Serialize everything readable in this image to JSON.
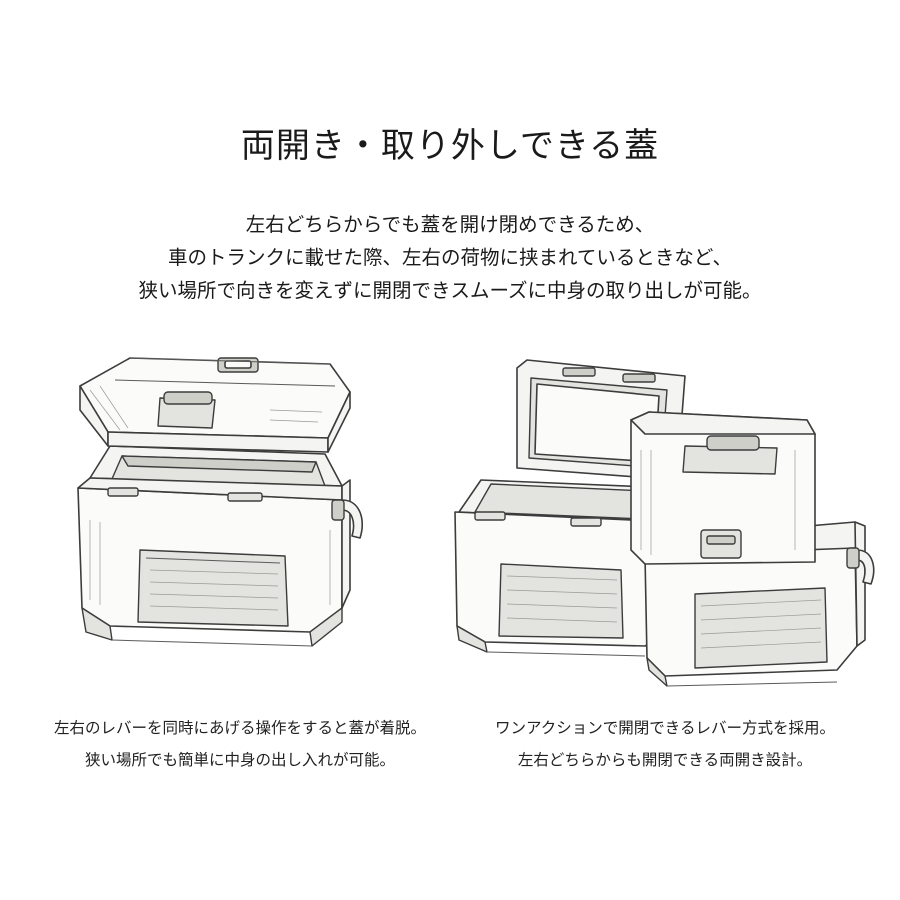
{
  "title": "両開き・取り外しできる蓋",
  "description": [
    "左右どちらからでも蓋を開け閉めできるため、",
    "車のトランクに載せた際、左右の荷物に挟まれているときなど、",
    "狭い場所で向きを変えずに開閉できスムーズに中身の取り出しが可能。"
  ],
  "captions": {
    "left": [
      "左右のレバーを同時にあげる操作をすると蓋が着脱。",
      "狭い場所でも簡単に中身の出し入れが可能。"
    ],
    "right": [
      "ワンアクションで開閉できるレバー方式を採用。",
      "左右どちらからも開閉できる両開き設計。"
    ]
  }
}
